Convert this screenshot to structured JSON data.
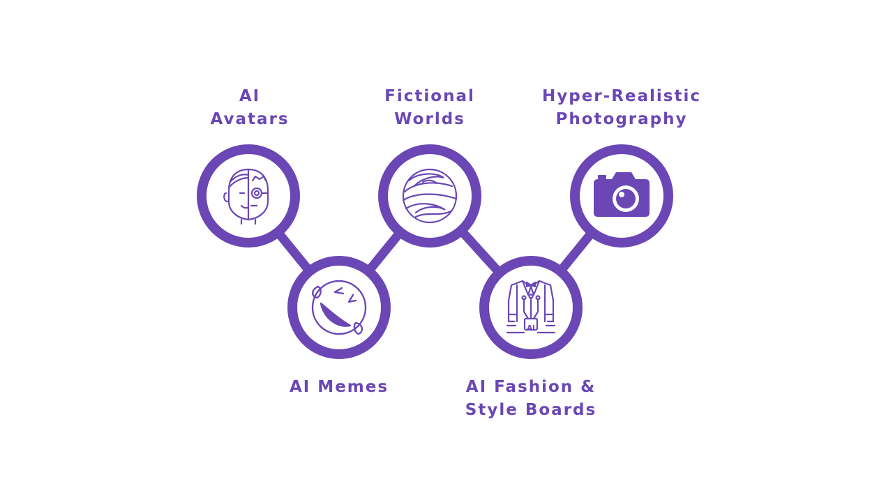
{
  "accent": "#6a47b5",
  "background": "#ffffff",
  "nodes": [
    {
      "label_line1": "AI",
      "label_line2": "Avatars",
      "icon": "cyborg-face-icon"
    },
    {
      "label_line1": "AI Memes",
      "label_line2": "",
      "icon": "laughing-emoji-icon"
    },
    {
      "label_line1": "Fictional",
      "label_line2": "Worlds",
      "icon": "planet-icon"
    },
    {
      "label_line1": "AI Fashion &",
      "label_line2": "Style Boards",
      "icon": "ai-suit-icon"
    },
    {
      "label_line1": "Hyper-Realistic",
      "label_line2": "Photography",
      "icon": "camera-icon"
    }
  ]
}
